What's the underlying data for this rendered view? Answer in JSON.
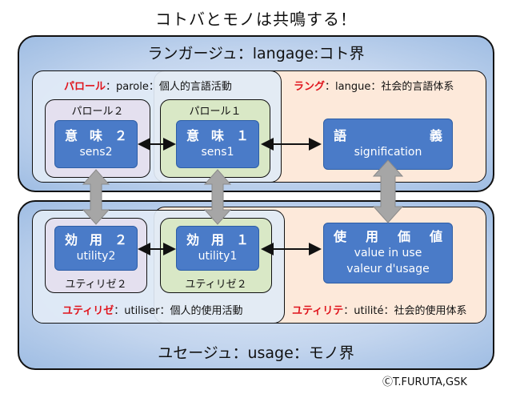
{
  "title": "コトバとモノは共鳴する！",
  "langage": {
    "title": "ランガージュ：langage:コト界",
    "parole": {
      "name": "パロール",
      "gloss": "：parole：個人的言語活動"
    },
    "langue": {
      "name": "ラング",
      "gloss": "：langue：社会的言語体系"
    },
    "parole2_label": "パロール２",
    "parole1_label": "パロール１",
    "sens2": {
      "jp": [
        "意",
        "味",
        "２"
      ],
      "en": "sens2"
    },
    "sens1": {
      "jp": [
        "意",
        "味",
        "１"
      ],
      "en": "sens1"
    },
    "signification": {
      "jp": [
        "語",
        "義"
      ],
      "en": "signification"
    }
  },
  "usage": {
    "title": "ユセージュ：usage：モノ界",
    "utiliser": {
      "name": "ユティリゼ",
      "gloss": "：utiliser：個人的使用活動"
    },
    "utilite": {
      "name": "ユティリテ",
      "gloss": "：utilité：社会的使用体系"
    },
    "left_label": "ユティリゼ２",
    "mid_label": "ユティリゼ２",
    "utility2": {
      "jp": [
        "効",
        "用",
        "２"
      ],
      "en": "utility2"
    },
    "utility1": {
      "jp": [
        "効",
        "用",
        "１"
      ],
      "en": "utility1"
    },
    "value": {
      "jp": [
        "使",
        "用",
        "価",
        "値"
      ],
      "en1": "value in use",
      "en2": "valeur d'usage"
    }
  },
  "copyright": "ⒸT.FURUTA,GSK",
  "colors": {
    "node": "#4a7bc8",
    "arrow": "#a6a6a6",
    "red": "#e0141c"
  }
}
